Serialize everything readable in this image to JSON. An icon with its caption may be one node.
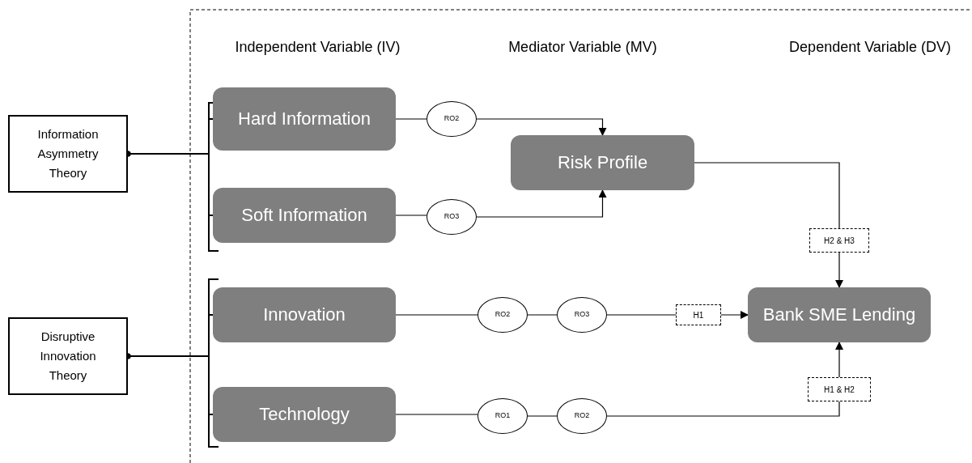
{
  "diagram": {
    "nodes": [
      {
        "text": [
          "Information Asymmetry Theory"
        ]
      },
      {
        "text": [
          "Disruptive Innovation Theory"
        ]
      },
      {
        "text": [
          "Hard Information"
        ]
      },
      {
        "text": [
          "Soft Information"
        ]
      },
      {
        "text": [
          "Risk Profile"
        ]
      },
      {
        "text": [
          "Innovation"
        ]
      },
      {
        "text": [
          "Technology"
        ]
      },
      {
        "text": [
          "Bank SME Lending"
        ]
      },
      {
        "text": [
          "RO2"
        ]
      },
      {
        "text": [
          "RO3"
        ]
      },
      {
        "text": [
          "RO2"
        ]
      },
      {
        "text": [
          "RO3"
        ]
      },
      {
        "text": [
          "H1"
        ]
      },
      {
        "text": [
          "RO1"
        ]
      },
      {
        "text": [
          "RO2"
        ]
      },
      {
        "text": [
          "H2 & H3"
        ]
      },
      {
        "text": [
          "H1 & H2"
        ]
      }
    ],
    "edges": [
      {
        "from": 0,
        "to": 2,
        "arrow": "other"
      },
      {
        "from": 0,
        "to": 3,
        "arrow": "other"
      },
      {
        "from": 1,
        "to": 5,
        "arrow": "other"
      },
      {
        "from": 1,
        "to": 6,
        "arrow": "other"
      },
      {
        "from": 2,
        "to": 8,
        "arrow": "none"
      },
      {
        "from": 8,
        "to": 4,
        "arrow": "to"
      },
      {
        "from": 3,
        "to": 9,
        "arrow": "none"
      },
      {
        "from": 9,
        "to": 4,
        "arrow": "to"
      },
      {
        "from": 4,
        "to": 15,
        "arrow": "none"
      },
      {
        "from": 15,
        "to": 7,
        "arrow": "to"
      },
      {
        "from": 5,
        "to": 10,
        "arrow": "none"
      },
      {
        "from": 10,
        "to": 11,
        "arrow": "none"
      },
      {
        "from": 11,
        "to": 12,
        "arrow": "none"
      },
      {
        "from": 12,
        "to": 7,
        "arrow": "to"
      },
      {
        "from": 6,
        "to": 13,
        "arrow": "none"
      },
      {
        "from": 13,
        "to": 14,
        "arrow": "none"
      },
      {
        "from": 14,
        "to": 16,
        "arrow": "none"
      },
      {
        "from": 16,
        "to": 7,
        "arrow": "to"
      }
    ],
    "labels": [
      "Independent Variable (IV)",
      "Mediator Variable (MV)",
      "Dependent Variable (DV)"
    ]
  }
}
